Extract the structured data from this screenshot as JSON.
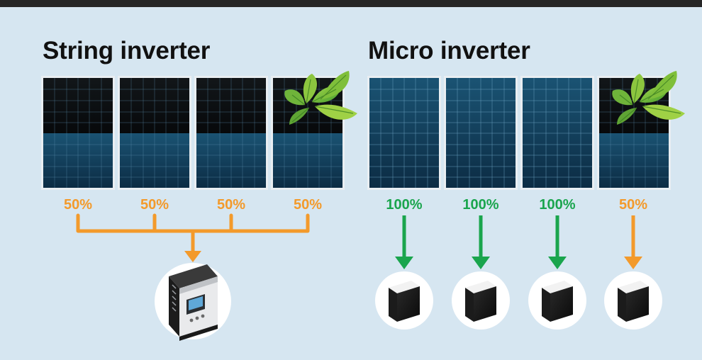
{
  "colors": {
    "background": "#d6e6f1",
    "orange": "#f39a2b",
    "green": "#1aa54d",
    "panel_frame": "#eef3f7",
    "panel_dark": "#0b0f13",
    "panel_blue": "#0f3a55"
  },
  "string_inverter": {
    "title": "String inverter",
    "panels": [
      {
        "output_label": "50%",
        "shaded": true,
        "leaves": false
      },
      {
        "output_label": "50%",
        "shaded": true,
        "leaves": false
      },
      {
        "output_label": "50%",
        "shaded": true,
        "leaves": false
      },
      {
        "output_label": "50%",
        "shaded": true,
        "leaves": true
      }
    ],
    "inverter_icon": "string-inverter-box-icon"
  },
  "micro_inverter": {
    "title": "Micro inverter",
    "panels": [
      {
        "output_label": "100%",
        "shaded": false,
        "leaves": false
      },
      {
        "output_label": "100%",
        "shaded": false,
        "leaves": false
      },
      {
        "output_label": "100%",
        "shaded": false,
        "leaves": false
      },
      {
        "output_label": "50%",
        "shaded": true,
        "leaves": true
      }
    ],
    "inverter_icon": "micro-inverter-unit-icon"
  }
}
